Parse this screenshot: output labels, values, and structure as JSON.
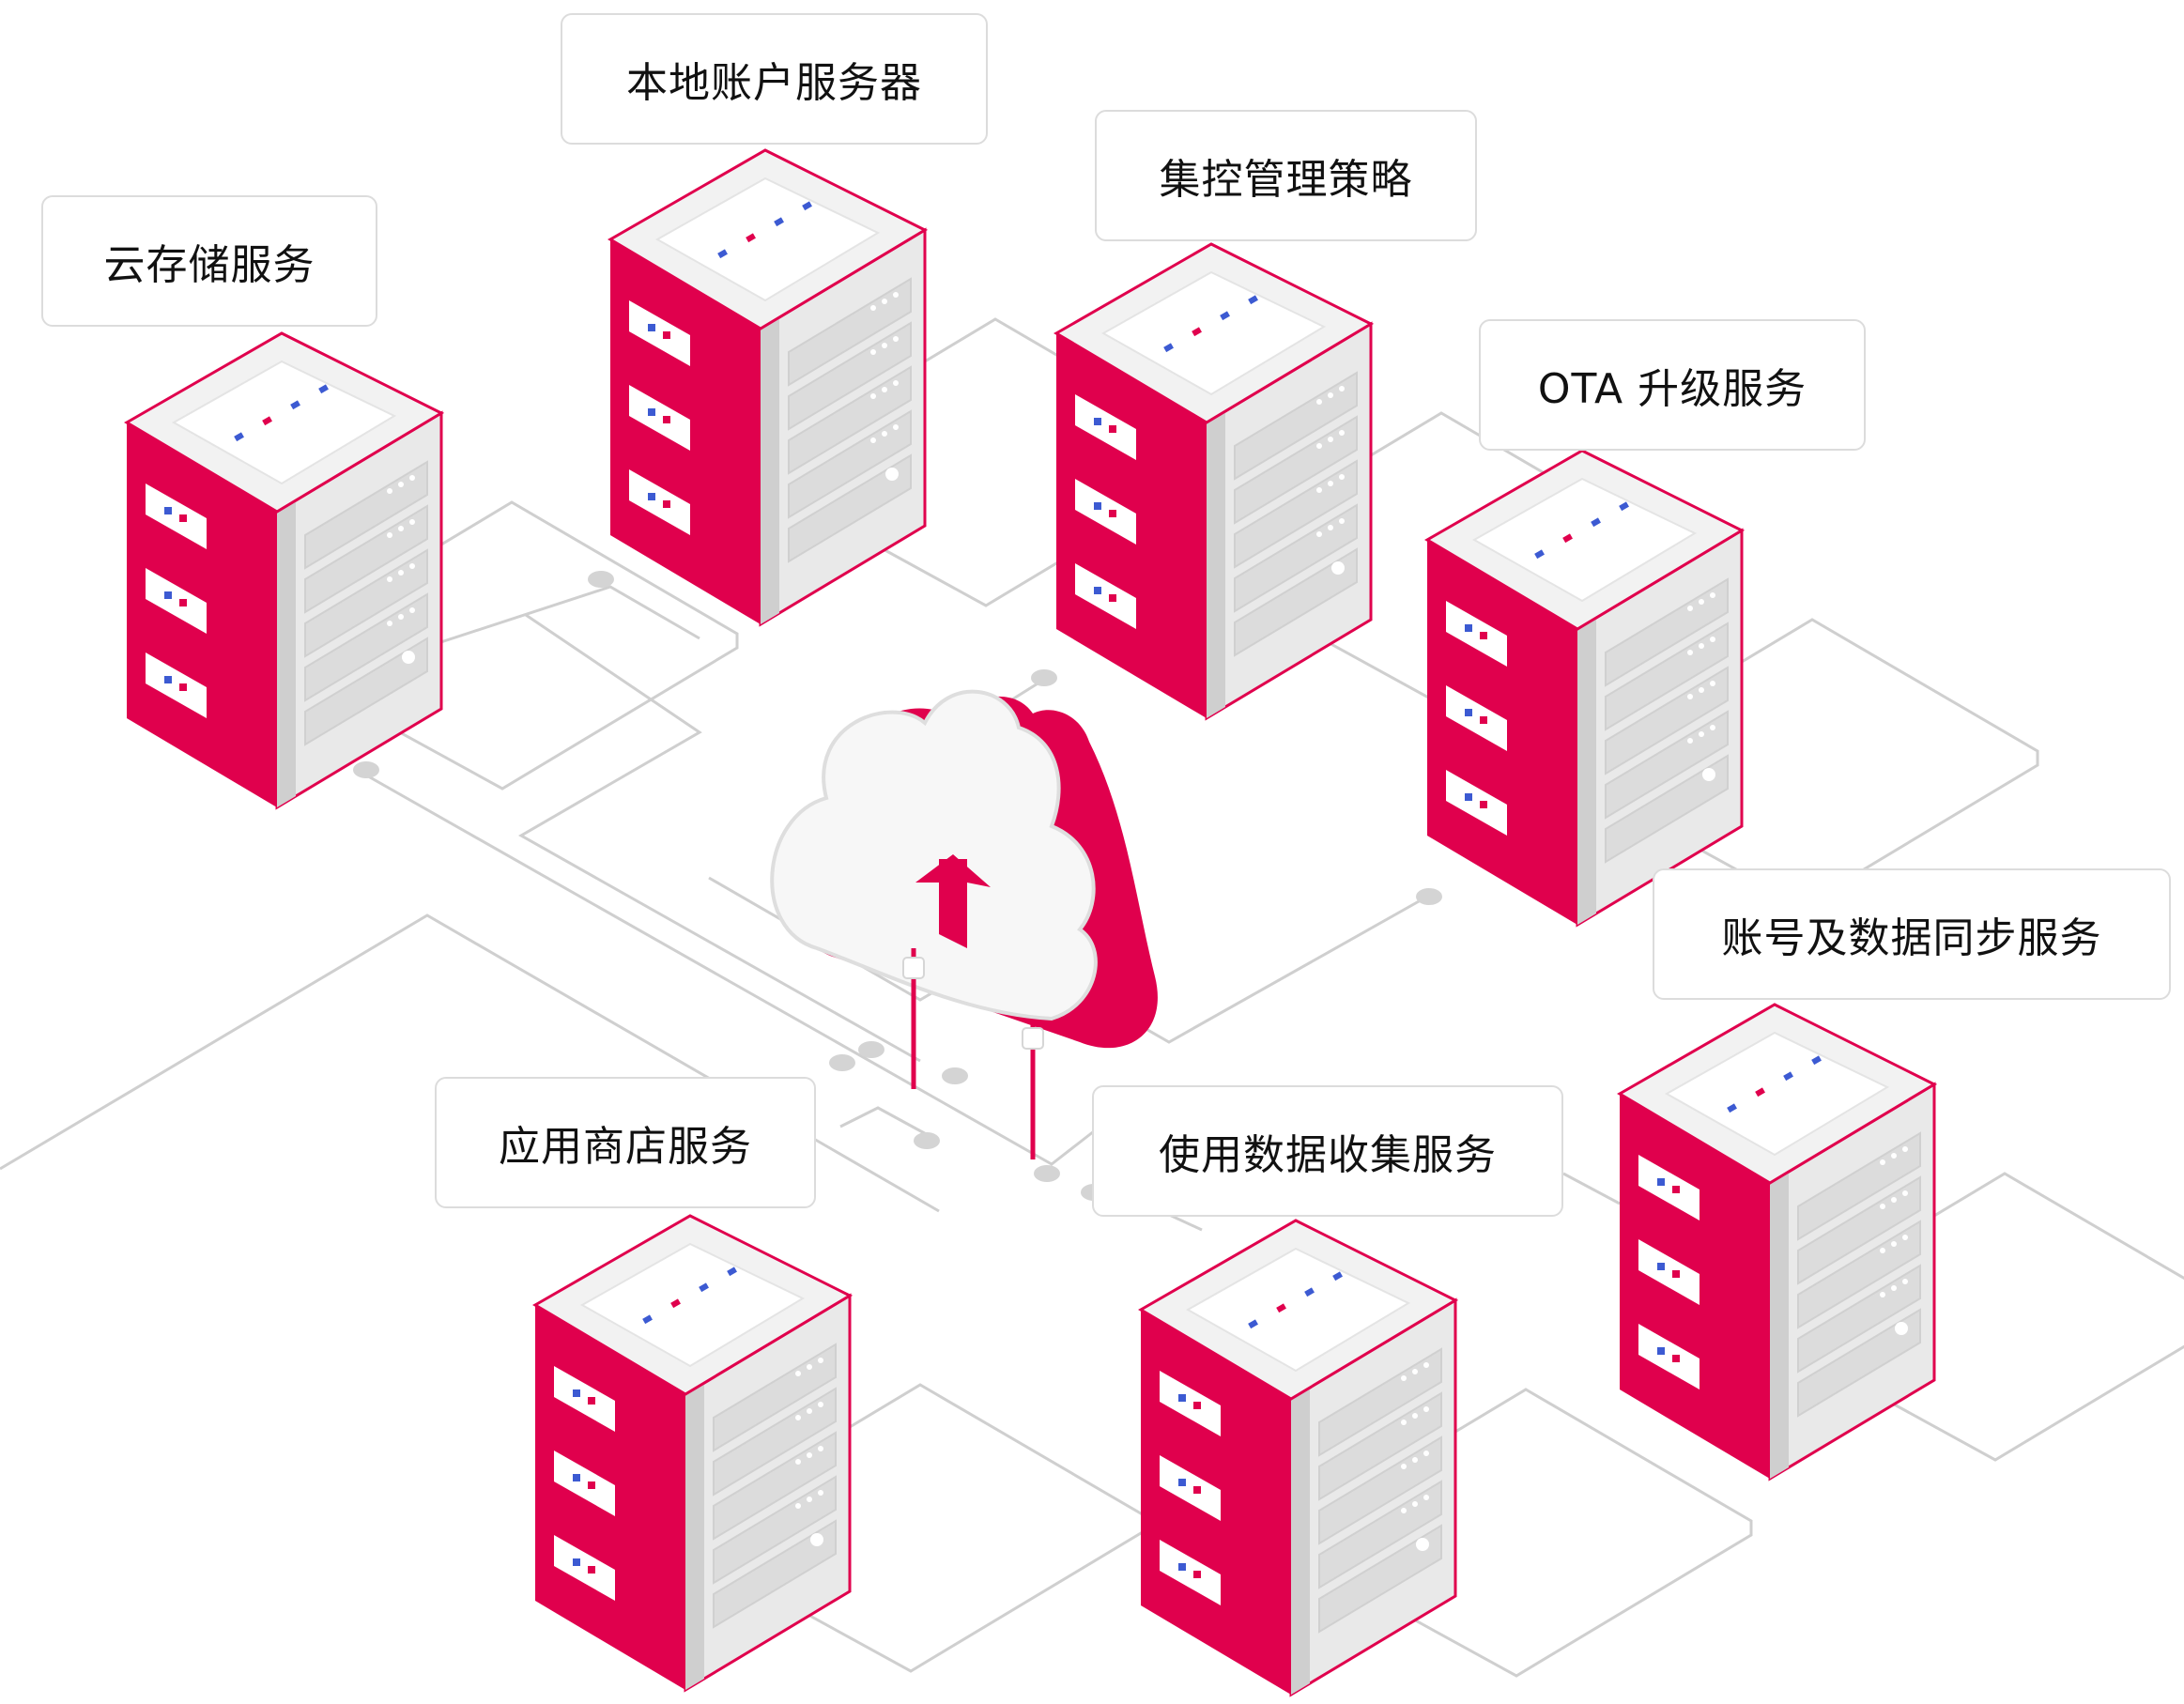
{
  "labels": {
    "cloud_storage": "云存储服务",
    "local_account_server": "本地账户服务器",
    "centralized_policy": "集控管理策略",
    "ota_upgrade": "OTA 升级服务",
    "account_data_sync": "账号及数据同步服务",
    "app_store": "应用商店服务",
    "usage_data_collection": "使用数据收集服务"
  },
  "colors": {
    "brand_red": "#e0004d",
    "server_gray": "#e6e6e6",
    "line_gray": "#cfcfcf",
    "indicator_blue": "#3c5ad2"
  }
}
